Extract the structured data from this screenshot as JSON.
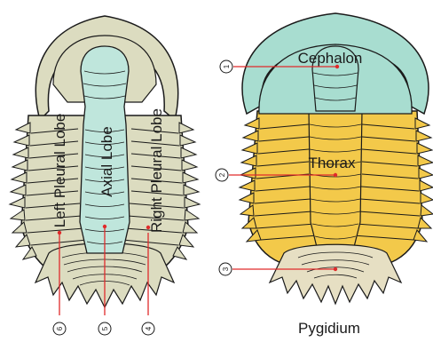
{
  "labels": {
    "axial_lobe": "Axial Lobe",
    "left_pleural_lobe": "Left Pleural Lobe",
    "right_pleural_lobe": "Right Pleural Lobe",
    "cephalon": "Cephalon",
    "thorax": "Thorax",
    "pygidium": "Pygidium"
  },
  "markers": {
    "m1": "1",
    "m2": "2",
    "m3": "3",
    "m4": "4",
    "m5": "5",
    "m6": "6"
  },
  "colors": {
    "left_body": "#dcdcc0",
    "axial": "#bfe6dc",
    "cephalon": "#a8ddd0",
    "thorax": "#f3c94a",
    "pygidium": "#e6dfc3",
    "outline": "#1a1a1a",
    "pointer": "#e02b2b"
  }
}
